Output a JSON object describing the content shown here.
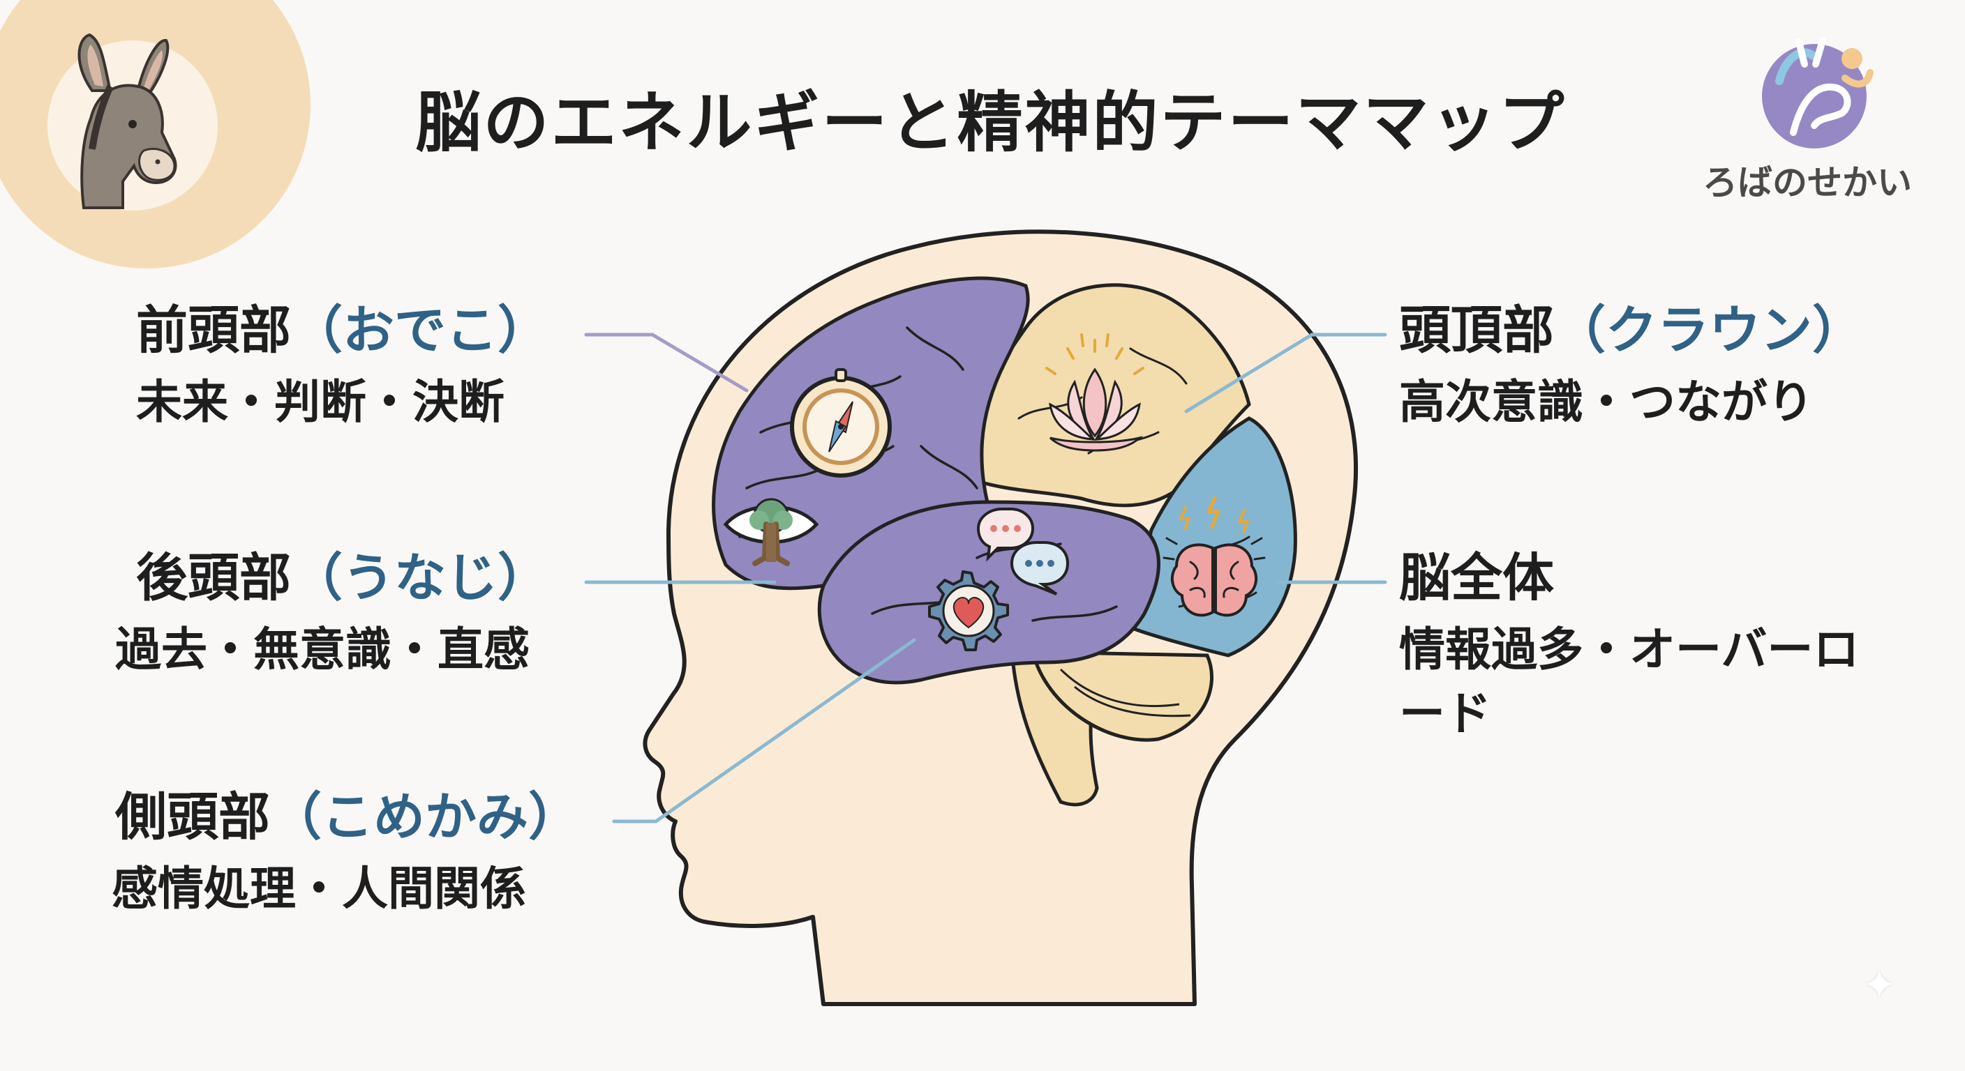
{
  "title": "脳のエネルギーと精神的テーママップ",
  "brand": {
    "name": "ろばのせかい"
  },
  "labels": {
    "frontal": {
      "part": "前頭部",
      "reading": "（おでこ）",
      "themes": "未来・判断・決断"
    },
    "occipital": {
      "part": "後頭部",
      "reading": "（うなじ）",
      "themes": "過去・無意識・直感"
    },
    "temporal": {
      "part": "側頭部",
      "reading": "（こめかみ）",
      "themes": "感情処理・人間関係"
    },
    "crown": {
      "part": "頭頂部",
      "reading": "（クラウン）",
      "themes": "高次意識・つながり"
    },
    "whole": {
      "part": "脳全体",
      "reading": "",
      "themes": "情報過多・オーバーロード"
    }
  },
  "icons": [
    "donkey-mascot",
    "donkey-logo",
    "compass-icon",
    "tree-eye-icon",
    "lotus-icon",
    "chat-bubbles-icon",
    "heart-gear-icon",
    "brain-lightning-icon",
    "sparkle-icon"
  ],
  "colors": {
    "background": "#f9f8f6",
    "skin": "#fbebd6",
    "brain_purple": "#9388bf",
    "brain_beige": "#f3dcae",
    "brain_blue": "#84b6d1",
    "accent_text": "#2f6286",
    "connector_purple": "#a59cc8",
    "connector_blue": "#8ab9d2"
  }
}
